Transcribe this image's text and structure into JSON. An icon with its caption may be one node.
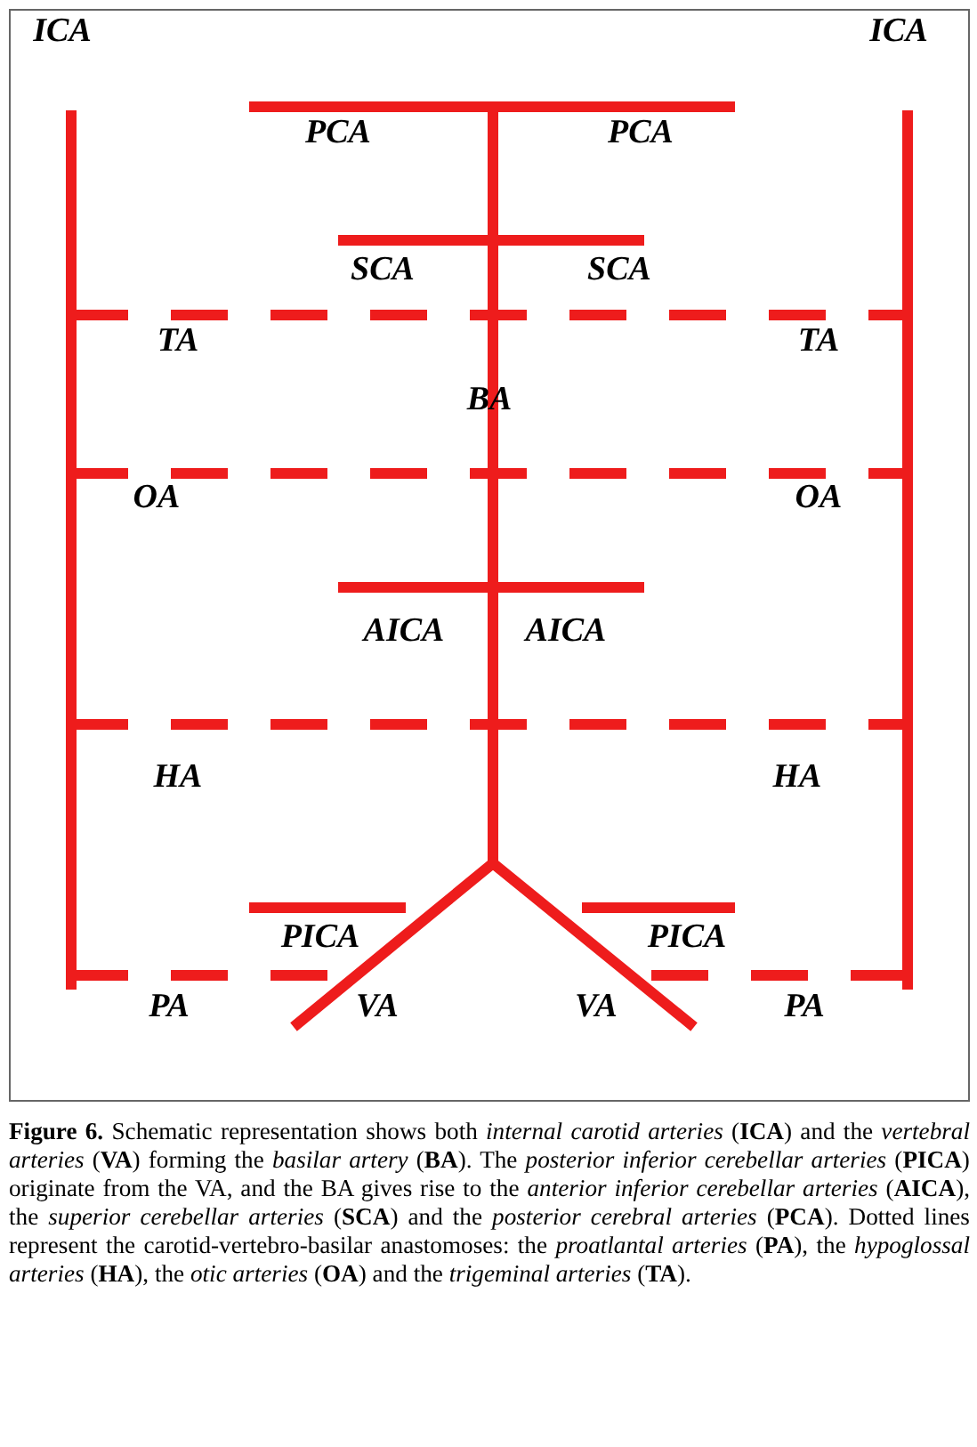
{
  "diagram": {
    "caption": "**Figure 6.** Schematic representation shows both *internal carotid arteries* (**ICA**) and the *vertebral arteries* (**VA**) forming the *basilar artery* (**BA**). The *posterior inferior cerebellar arteries* (**PICA**) originate from the VA, and the BA gives rise to the *anterior inferior cerebellar arteries* (**AICA**), the *superior cerebellar arteries* (**SCA**) and the *posterior cerebral arteries* (**PCA**). Dotted lines represent the carotid-vertebro-basilar anastomoses: the *proatlantal arteries* (**PA**), the *hypoglossal arteries* (**HA**), the *otic arteries* (**OA**) and the *trigeminal arteries* (**TA**).",
    "labels": [
      "ICA",
      "ICA",
      "PCA",
      "PCA",
      "SCA",
      "SCA",
      "TA",
      "TA",
      "BA",
      "OA",
      "OA",
      "AICA",
      "AICA",
      "HA",
      "HA",
      "PICA",
      "PICA",
      "PA",
      "VA",
      "VA",
      "PA"
    ]
  }
}
